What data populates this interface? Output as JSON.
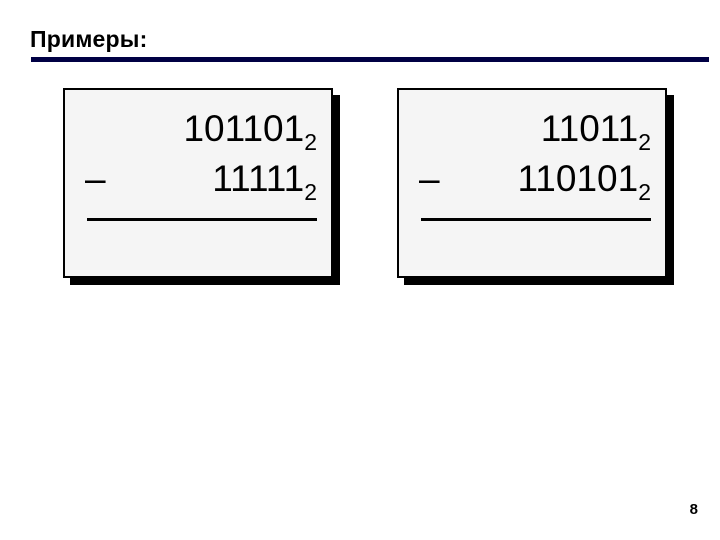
{
  "slide": {
    "title": "Примеры:",
    "page_number": "8",
    "accent_color": "#000044",
    "box_fill_color": "#f5f5f5",
    "text_color": "#000000"
  },
  "examples": [
    {
      "name": "example-left",
      "minuend": "101101",
      "minuend_base": "2",
      "operator": "–",
      "subtrahend": "11111",
      "subtrahend_base": "2",
      "result": ""
    },
    {
      "name": "example-right",
      "minuend": "11011",
      "minuend_base": "2",
      "operator": "–",
      "subtrahend": "110101",
      "subtrahend_base": "2",
      "result": ""
    }
  ]
}
